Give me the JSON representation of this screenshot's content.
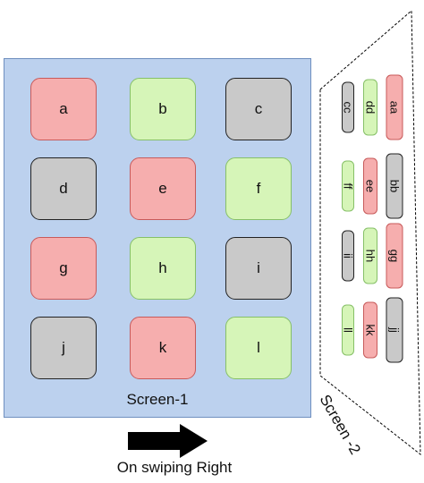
{
  "screen1": {
    "label": "Screen-1",
    "tiles": [
      {
        "text": "a",
        "color": "red"
      },
      {
        "text": "b",
        "color": "green"
      },
      {
        "text": "c",
        "color": "gray"
      },
      {
        "text": "d",
        "color": "gray"
      },
      {
        "text": "e",
        "color": "red"
      },
      {
        "text": "f",
        "color": "green"
      },
      {
        "text": "g",
        "color": "red"
      },
      {
        "text": "h",
        "color": "green"
      },
      {
        "text": "i",
        "color": "gray"
      },
      {
        "text": "j",
        "color": "gray"
      },
      {
        "text": "k",
        "color": "red"
      },
      {
        "text": "l",
        "color": "green"
      }
    ]
  },
  "screen2": {
    "label": "Screen -2",
    "tiles": [
      {
        "text": "aa",
        "color": "red"
      },
      {
        "text": "dd",
        "color": "green"
      },
      {
        "text": "cc",
        "color": "gray"
      },
      {
        "text": "bb",
        "color": "gray"
      },
      {
        "text": "ee",
        "color": "red"
      },
      {
        "text": "ff",
        "color": "green"
      },
      {
        "text": "gg",
        "color": "red"
      },
      {
        "text": "hh",
        "color": "green"
      },
      {
        "text": "ii",
        "color": "gray"
      },
      {
        "text": "jj",
        "color": "gray"
      },
      {
        "text": "kk",
        "color": "red"
      },
      {
        "text": "ll",
        "color": "green"
      }
    ]
  },
  "caption": "On swiping Right",
  "colors": {
    "red_fill": "#f6aeae",
    "red_border": "#c85a5a",
    "green_fill": "#d6f5b8",
    "green_border": "#86c067",
    "gray_fill": "#c9c9c9",
    "gray_border": "#222222",
    "screen_fill": "#bcd1ee",
    "screen_border": "#6f8fbf",
    "arrow": "#000000"
  }
}
